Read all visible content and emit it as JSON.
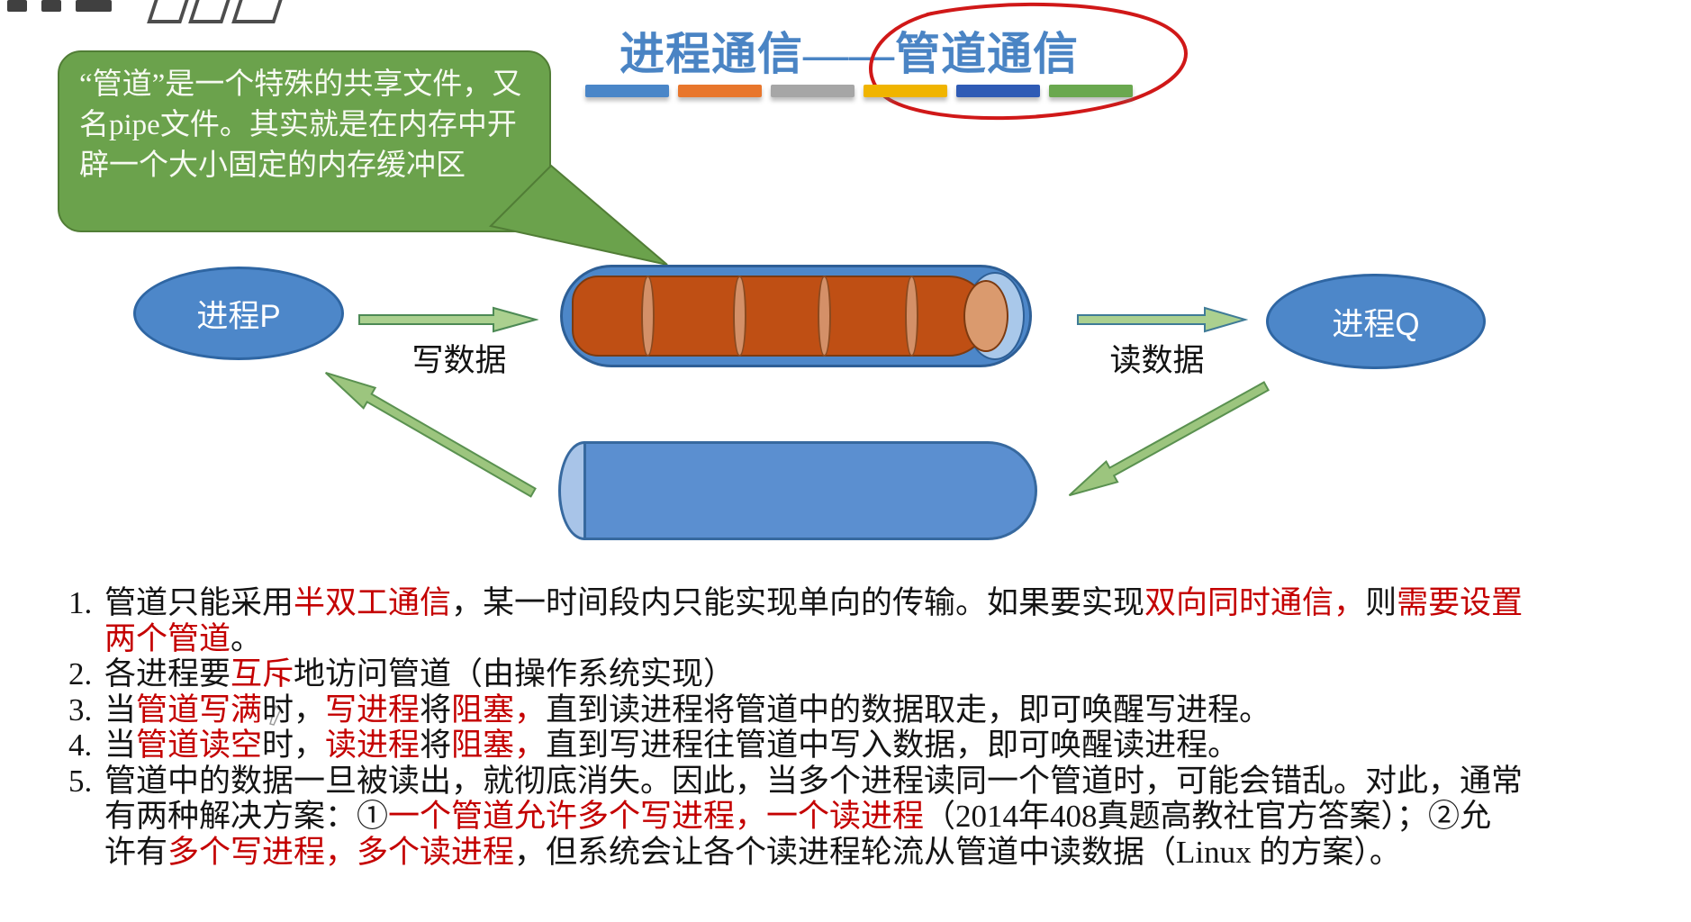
{
  "title": {
    "text": "进程通信——管道通信",
    "underline_bars": [
      "#4a86c8",
      "#e8762c",
      "#a6a6a6",
      "#f0b400",
      "#2f5bb5",
      "#6aa84f"
    ],
    "annotation_color": "#d01818"
  },
  "bubble": {
    "text": "“管道”是一个特殊的共享文件，又名pipe文件。其实就是在内存中开辟一个大小固定的内存缓冲区",
    "fill": "#6ba24c"
  },
  "diagram": {
    "process_left": "进程P",
    "process_right": "进程Q",
    "write_label": "写数据",
    "read_label": "读数据",
    "pipe_casing_color": "#4d87c9",
    "pipe_tube_color": "#bf4f14",
    "arrow_color": "#a9cf8d"
  },
  "list": {
    "items": [
      {
        "num": "1.",
        "segments": [
          {
            "t": "管道只能采用",
            "c": "k"
          },
          {
            "t": "半双工通信",
            "c": "r"
          },
          {
            "t": "，某一时间段内只能实现单向的传输。如果要实现",
            "c": "k"
          },
          {
            "t": "双向同时通信，",
            "c": "r"
          },
          {
            "t": "则",
            "c": "k"
          },
          {
            "t": "需要设置",
            "c": "r"
          },
          {
            "br": true
          },
          {
            "t": "两个管道",
            "c": "r"
          },
          {
            "t": "。",
            "c": "k"
          }
        ]
      },
      {
        "num": "2.",
        "segments": [
          {
            "t": "各进程要",
            "c": "k"
          },
          {
            "t": "互斥",
            "c": "r"
          },
          {
            "t": "地访问管道（由操作系统实现）",
            "c": "k"
          }
        ]
      },
      {
        "num": "3.",
        "segments": [
          {
            "t": "当",
            "c": "k"
          },
          {
            "t": "管道写满",
            "c": "r"
          },
          {
            "t": "时，",
            "c": "k"
          },
          {
            "t": "写进程",
            "c": "r"
          },
          {
            "t": "将",
            "c": "k"
          },
          {
            "t": "阻塞，",
            "c": "r"
          },
          {
            "t": "直到读进程将管道中的数据取走，即可唤醒写进程。",
            "c": "k"
          }
        ]
      },
      {
        "num": "4.",
        "segments": [
          {
            "t": "当",
            "c": "k"
          },
          {
            "t": "管道读空",
            "c": "r"
          },
          {
            "t": "时，",
            "c": "k"
          },
          {
            "t": "读进程",
            "c": "r"
          },
          {
            "t": "将",
            "c": "k"
          },
          {
            "t": "阻塞，",
            "c": "r"
          },
          {
            "t": "直到写进程往管道中写入数据，即可唤醒读进程。",
            "c": "k"
          }
        ]
      },
      {
        "num": "5.",
        "segments": [
          {
            "t": "管道中的数据一旦被读出，就彻底消失。因此，当多个进程读同一个管道时，可能会错乱。对此，通常",
            "c": "k"
          },
          {
            "br": true
          },
          {
            "t": "有两种解决方案：①",
            "c": "k"
          },
          {
            "t": "一个管道允许多个写进程，一个读进程",
            "c": "r"
          },
          {
            "t": "（2014年408真题高教社官方答案）；②允",
            "c": "k"
          },
          {
            "br": true
          },
          {
            "t": "许有",
            "c": "k"
          },
          {
            "t": "多个写进程，多个读进程",
            "c": "r"
          },
          {
            "t": "，但系统会让各个读进程轮流从管道中读数据（Linux 的方案）。",
            "c": "k"
          }
        ]
      }
    ]
  }
}
